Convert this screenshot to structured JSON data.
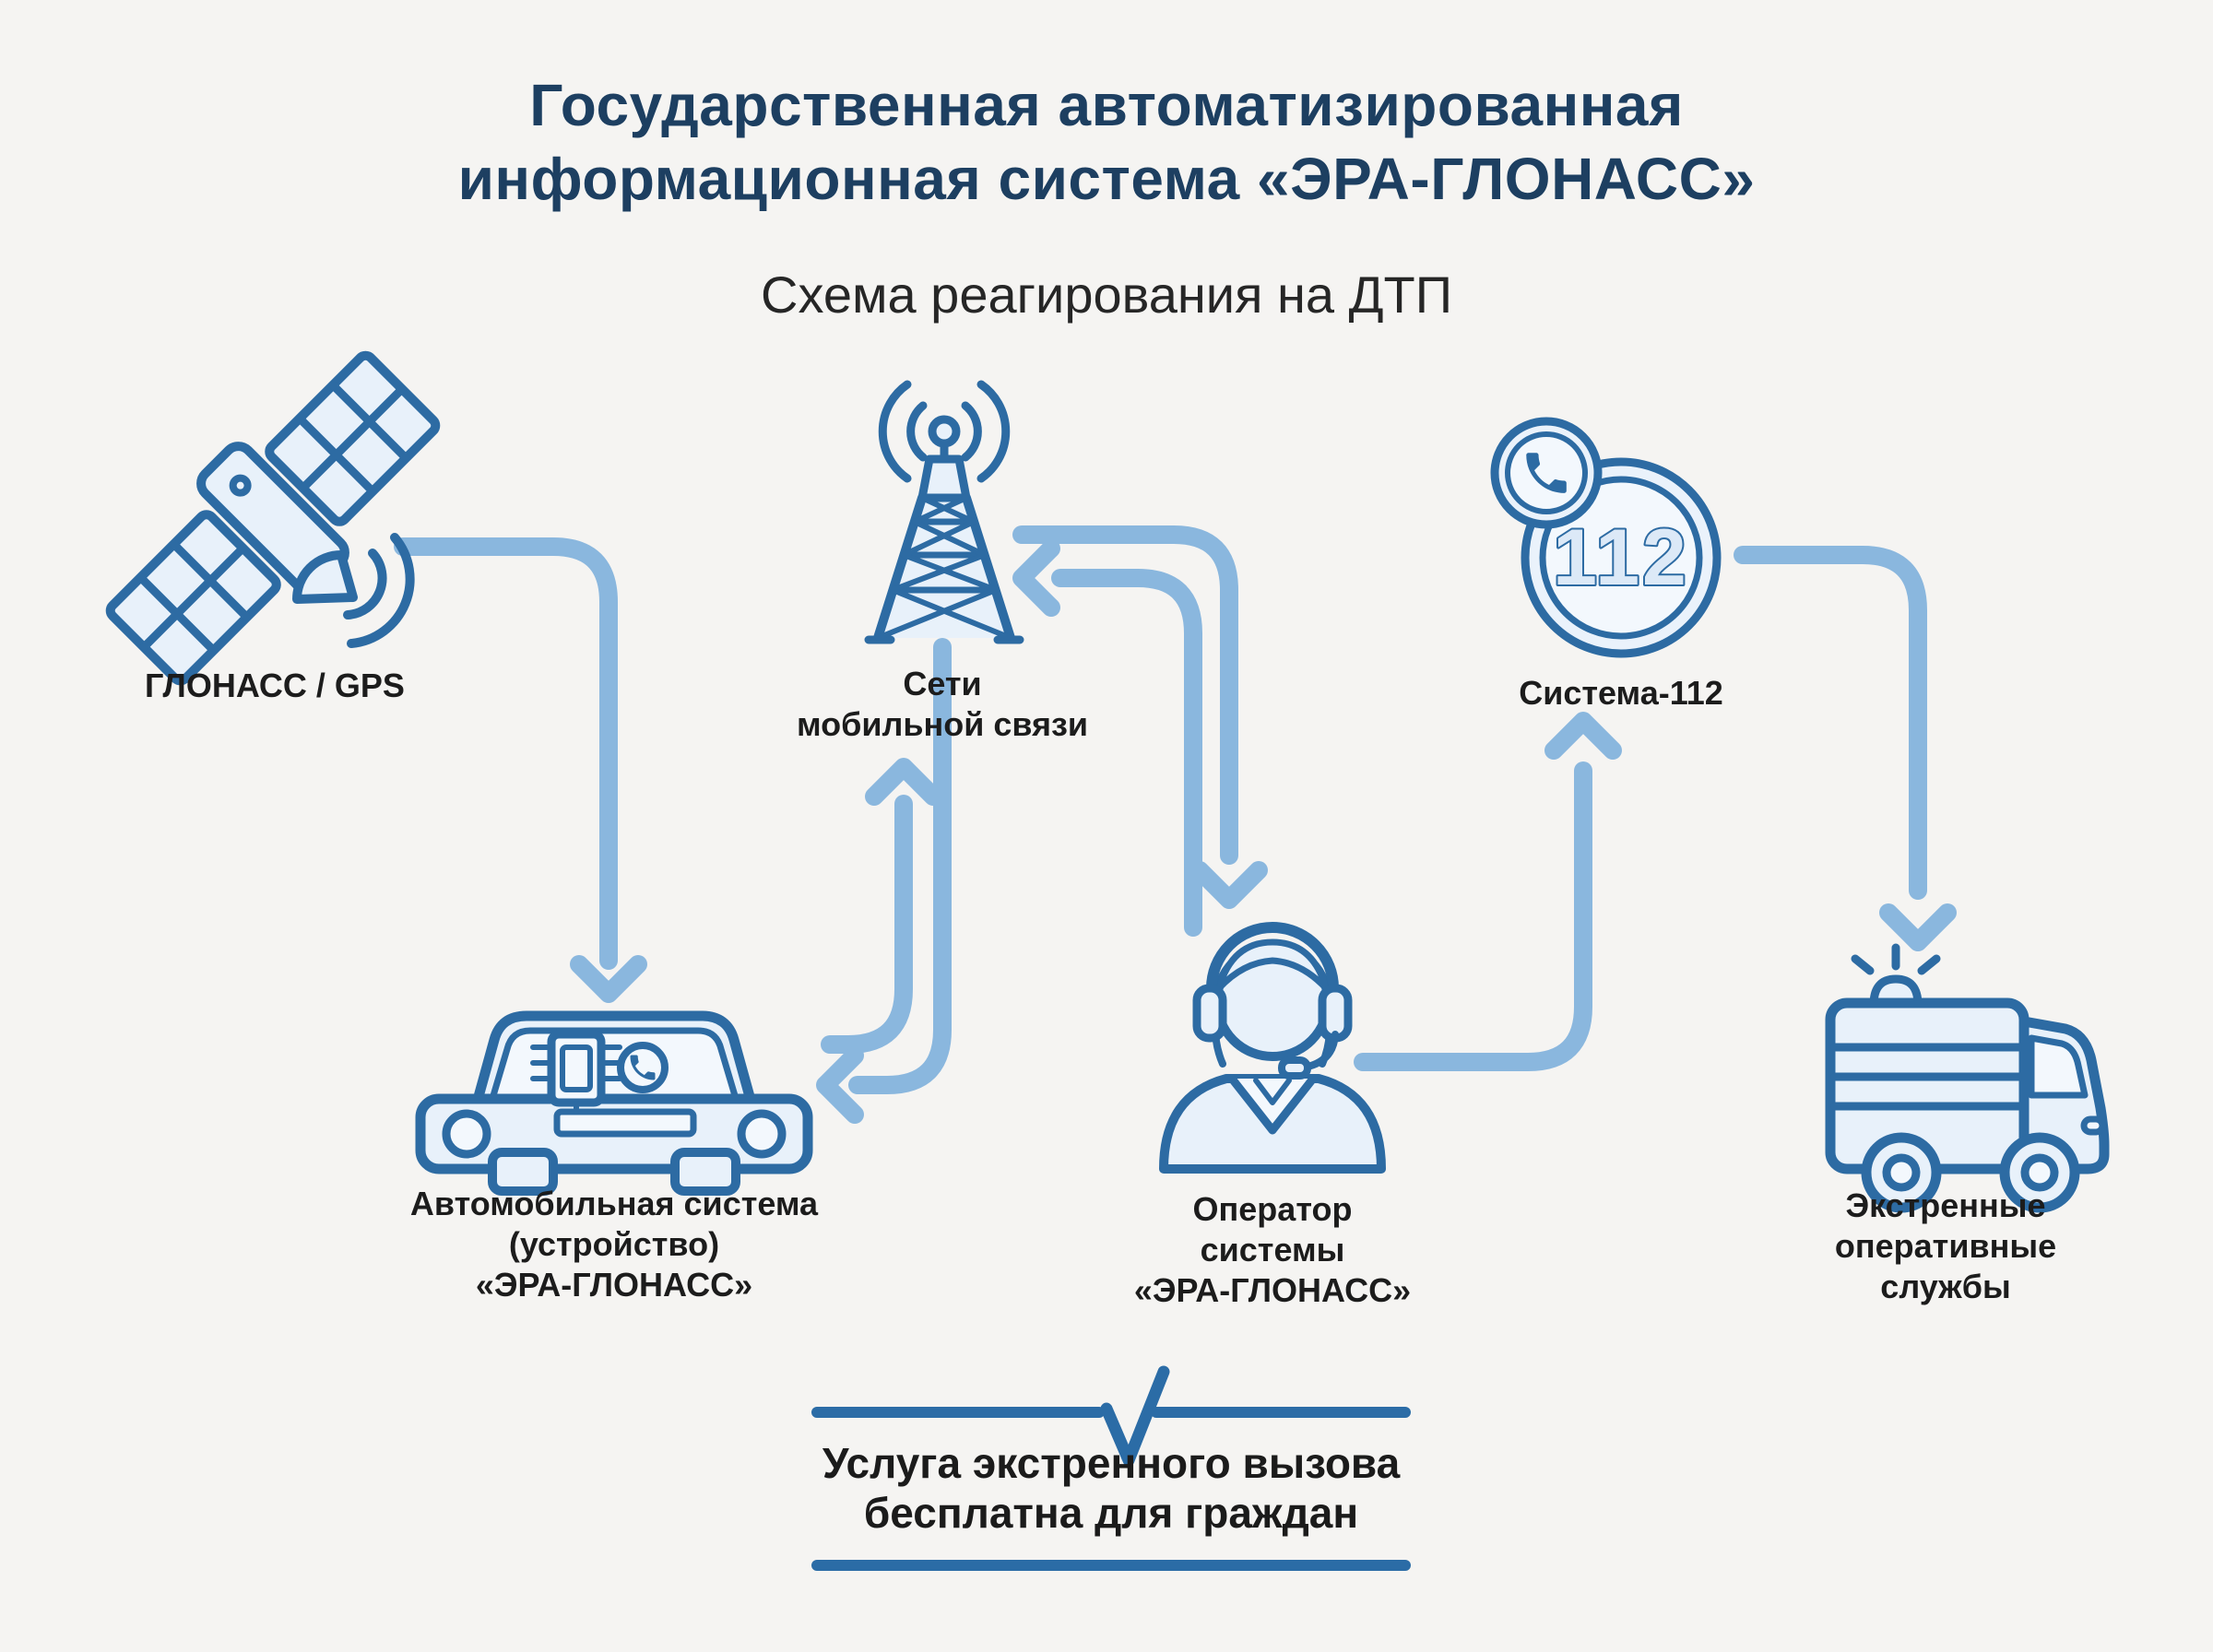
{
  "header": {
    "title_line1": "Государственная автоматизированная",
    "title_line2": "информационная система «ЭРА-ГЛОНАСС»",
    "subtitle": "Схема реагирования на ДТП"
  },
  "nodes": {
    "satellite": {
      "label": "ГЛОНАСС / GPS"
    },
    "tower": {
      "label_line1": "Сети",
      "label_line2": "мобильной связи"
    },
    "system112": {
      "label": "Система-112",
      "badge": "112"
    },
    "car": {
      "label_line1": "Автомобильная система",
      "label_line2": "(устройство)",
      "label_line3": "«ЭРА-ГЛОНАСС»"
    },
    "operator": {
      "label_line1": "Оператор",
      "label_line2": "системы",
      "label_line3": "«ЭРА-ГЛОНАСС»"
    },
    "services": {
      "label_line1": "Экстренные",
      "label_line2": "оперативные",
      "label_line3": "службы"
    }
  },
  "edges": [
    {
      "from": "satellite",
      "to": "car"
    },
    {
      "from": "car",
      "to": "tower"
    },
    {
      "from": "tower",
      "to": "car"
    },
    {
      "from": "tower",
      "to": "operator"
    },
    {
      "from": "operator",
      "to": "tower"
    },
    {
      "from": "operator",
      "to": "system112"
    },
    {
      "from": "system112",
      "to": "services"
    }
  ],
  "footer": {
    "note_line1": "Услуга экстренного вызова",
    "note_line2": "бесплатна для граждан"
  },
  "colors": {
    "background": "#f5f4f2",
    "title": "#1d3f61",
    "text": "#1f1f1f",
    "icon_stroke": "#2d6ba3",
    "icon_fill": "#e8f1fa",
    "icon_fill_light": "#f3f8fd",
    "arrow": "#8ab7de",
    "accent": "#2b6ca6"
  }
}
